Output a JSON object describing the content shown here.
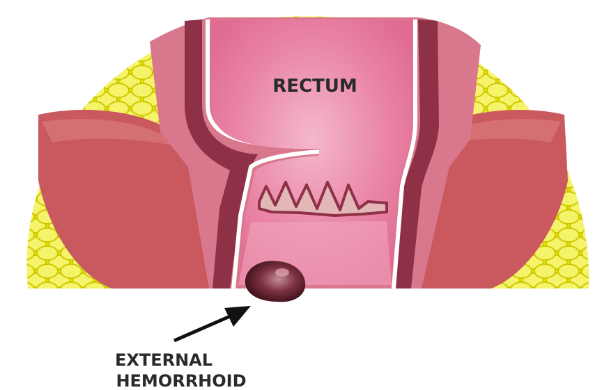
{
  "labels": {
    "rectum": "RECTUM",
    "external_line1": "EXTERNAL",
    "external_line2": "HEMORRHOID"
  },
  "colors": {
    "fat_yellow": "#e8e600",
    "fat_yellow_light": "#f6f56a",
    "muscle": "#c9595f",
    "muscle_light": "#d8797d",
    "outer_wall": "#d9788c",
    "dark_band": "#8e3046",
    "lumen_pink": "#e77aa0",
    "lumen_light": "#f2b1c8",
    "hemorrhoid_dark": "#4a1520",
    "hemorrhoid_mid": "#9a4a5a",
    "arrow": "#111111"
  },
  "icons": {
    "arrow": "arrow-pointer-icon",
    "hemorrhoid": "hemorrhoid-lump-icon"
  }
}
